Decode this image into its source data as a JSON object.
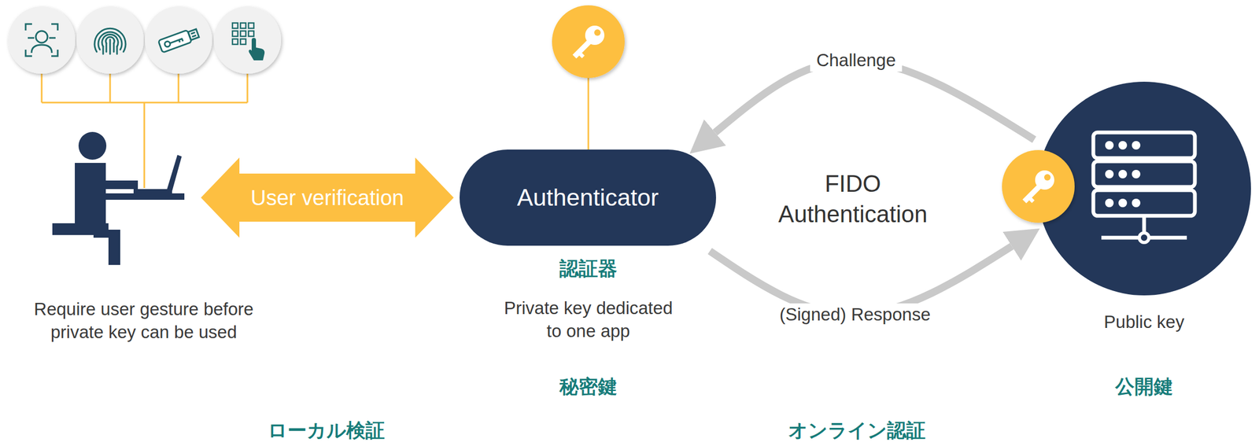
{
  "diagram": {
    "nodes": [
      {
        "text": [
          "Require user gesture before private key can be used"
        ]
      },
      {
        "text": [
          "Authenticator",
          "認証器",
          "Private key dedicated to one app"
        ]
      },
      {
        "text": [
          "Public key"
        ]
      }
    ],
    "edges": [
      {
        "from": 0,
        "to": 1,
        "arrow": "both",
        "label": "User verification"
      },
      {
        "from": 2,
        "to": 1,
        "arrow": "to",
        "label": "Challenge"
      },
      {
        "from": 1,
        "to": 2,
        "arrow": "to",
        "label": "(Signed) Response"
      }
    ],
    "labels": [
      "FIDO Authentication",
      "秘密鍵",
      "公開鍵",
      "ローカル検証",
      "オンライン認証"
    ]
  }
}
